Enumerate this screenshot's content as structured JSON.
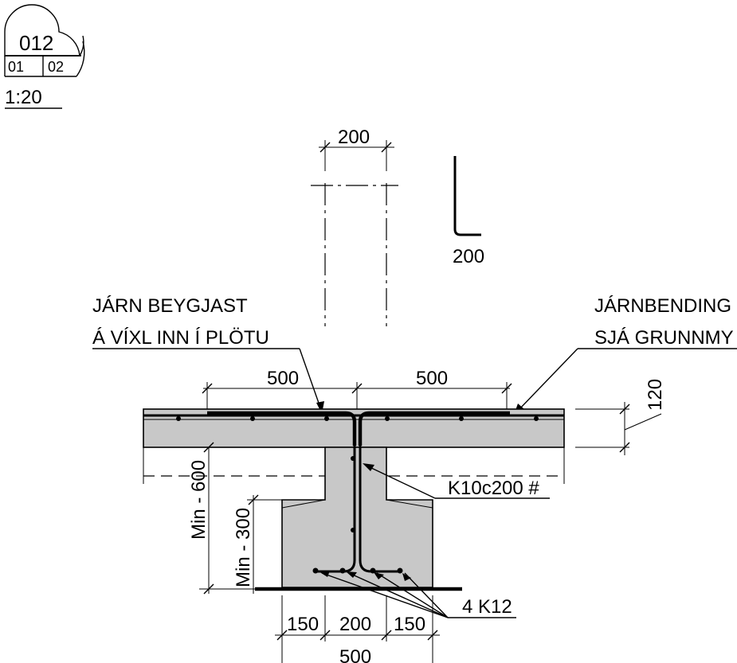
{
  "detail_marker": {
    "number": "012",
    "sheet_left": "01",
    "sheet_right": "02",
    "scale": "1:20"
  },
  "dimensions": {
    "wall_width_top": "200",
    "bar_hook_leg": "200",
    "bar_lap_left": "500",
    "bar_lap_right": "500",
    "slab_thickness": "120",
    "min_depth_600": "Min - 600",
    "min_depth_300": "Min - 300",
    "footing_left": "150",
    "footing_mid": "200",
    "footing_right": "150",
    "footing_total": "500"
  },
  "annotations": {
    "left_note_line1": "JÁRN BEYGJAST",
    "left_note_line2": "Á VÍXL INN Í PLÖTU",
    "right_note_line1": "JÁRNBENDING",
    "right_note_line2": "SJÁ GRUNNMY",
    "stirrup_label": "K10c200 #",
    "bottom_bars_label": "4 K12"
  }
}
